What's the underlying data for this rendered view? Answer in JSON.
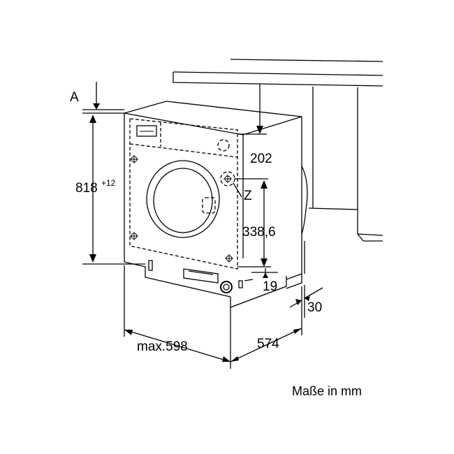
{
  "labels": {
    "a": "A",
    "height": "818",
    "height_tolerance": "+12",
    "depth_top": "202",
    "z": "Z",
    "hose_height": "338,6",
    "foot": "19",
    "gap": "30",
    "width": "max.598",
    "depth": "574",
    "caption": "Maße in mm"
  }
}
